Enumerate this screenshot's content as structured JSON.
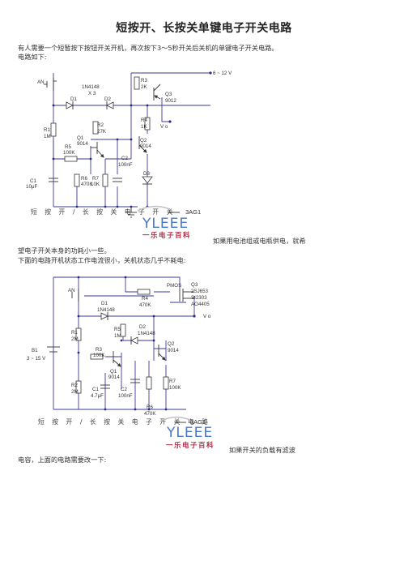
{
  "title": "短按开、长按关单键电子开关电路",
  "intro": [
    "有人需要一个短暂按下按钮开关开机，再次按下3～5秒开关后关机的单键电子开关电路。",
    "电路如下:"
  ],
  "circuit1": {
    "caption": "短 按 开 / 长 按 关 电 子 开 关",
    "tag": "3AG1",
    "labels": {
      "an": "AN",
      "d1": "1N4148",
      "x3": "X 3",
      "d1n": "D1",
      "d2n": "D2",
      "r3": "R3",
      "r3v": "2K",
      "vcc": "6 ~ 12 V",
      "q3": "Q3",
      "q3v": "9012",
      "r1": "R1",
      "r1v": "1M",
      "r2": "R2",
      "r2v": "27K",
      "r4": "R4",
      "r4v": "1K",
      "vo": "V o",
      "q1": "Q1",
      "q1v": "9014",
      "q2": "Q2",
      "q2v": "9014",
      "r5": "R5",
      "r5v": "100K",
      "c2": "C2",
      "c2v": "100nF",
      "d3": "D3",
      "c1": "C1",
      "c1v": "10μF",
      "r6": "R6",
      "r6v": "470K",
      "r7": "R7",
      "r7v": "10K"
    }
  },
  "logo": {
    "big": "YLEEE",
    "small": "一乐电子百科"
  },
  "mid_text": [
    "如果用电池组或电瓶供电，就希",
    "望电子开关本身的功耗小一些。",
    "下面的电路开机状态工作电流很小，关机状态几乎不耗电:"
  ],
  "circuit2": {
    "caption": "短 按 开 / 长 按 关 电 子 开 关 电 路",
    "tag": "3AG1",
    "labels": {
      "pmos": "PMOS",
      "an": "AN",
      "q3": "Q3",
      "q3a": "2SJ653",
      "q3b": "SI2303",
      "q3c": "AO4405",
      "r4": "R4",
      "r4v": "470K",
      "d1": "D1",
      "d1v": "1N4148",
      "vo": "V o",
      "r1": "R1",
      "r1v": "2M",
      "r5": "R5",
      "r5v": "1M",
      "d2": "D2",
      "d2v": "1N4148",
      "b1": "B1",
      "b1v": "3 ~ 15 V",
      "r3": "R3",
      "r3v": "100K",
      "q2": "Q2",
      "q2v": "9014",
      "q1": "Q1",
      "q1v": "9014",
      "r2": "R2",
      "r2v": "2M",
      "c1": "C1",
      "c1v": "4.7μF",
      "c2": "C2",
      "c2v": "100nF",
      "r7": "R7",
      "r7v": "100K",
      "r6": "R6",
      "r6v": "470K"
    }
  },
  "end_text": [
    "如果开关的负载有滤波",
    "电容，上面的电路需要改一下:"
  ],
  "colors": {
    "wire": "#3a3a9a",
    "logo_blue": "#4a78c8",
    "logo_red": "#b0304a"
  }
}
